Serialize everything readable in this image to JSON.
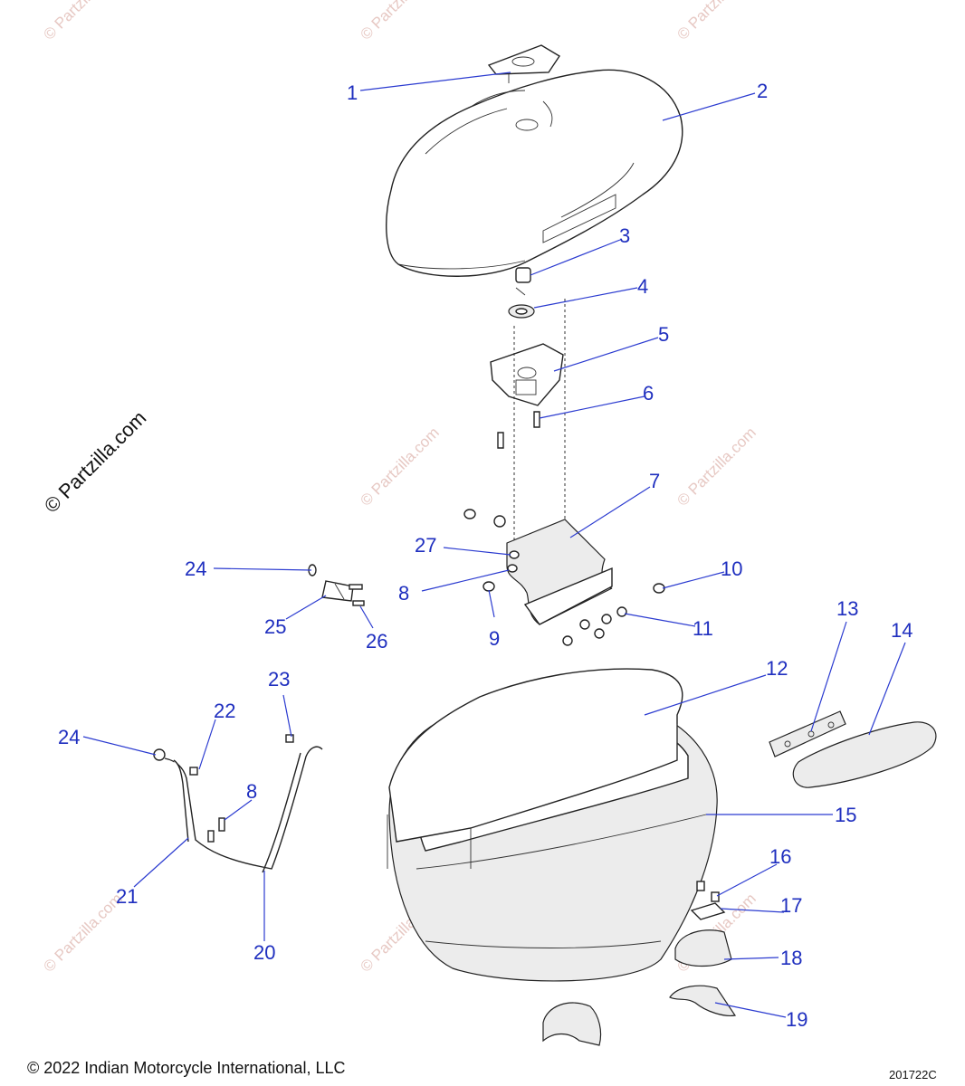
{
  "watermarks": {
    "big": "© Partzilla.com",
    "small": "© Partzilla.com"
  },
  "callouts": {
    "c1": "1",
    "c2": "2",
    "c3": "3",
    "c4": "4",
    "c5": "5",
    "c6": "6",
    "c7": "7",
    "c8a": "8",
    "c8b": "8",
    "c9": "9",
    "c10": "10",
    "c11": "11",
    "c12": "12",
    "c13": "13",
    "c14": "14",
    "c15": "15",
    "c16": "16",
    "c17": "17",
    "c18": "18",
    "c19": "19",
    "c20": "20",
    "c21": "21",
    "c22": "22",
    "c23": "23",
    "c24a": "24",
    "c24b": "24",
    "c25": "25",
    "c26": "26",
    "c27": "27"
  },
  "footer": {
    "copyright": "© 2022 Indian Motorcycle International, LLC",
    "code": "201722C"
  },
  "colors": {
    "callout": "#1f2fbf",
    "watermark": "#e7c9c4"
  }
}
